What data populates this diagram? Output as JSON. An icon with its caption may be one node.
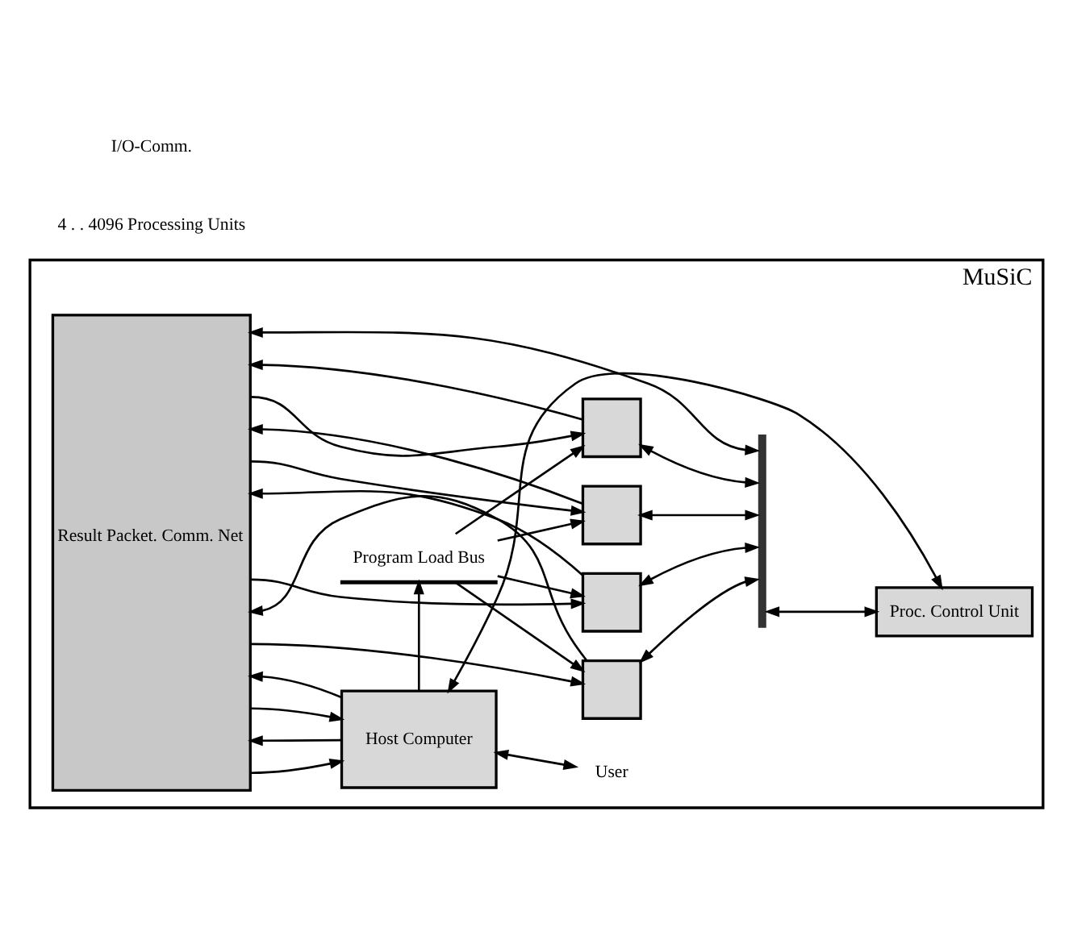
{
  "diagram": {
    "nodes": [
      {
        "text": [
          "MuSiC"
        ]
      },
      {
        "text": [
          "Result Packet. Comm. Net"
        ],
        "in": 0
      },
      {
        "text": [],
        "shape": "box",
        "in": 0
      },
      {
        "text": [],
        "shape": "box",
        "in": 0
      },
      {
        "text": [],
        "shape": "box",
        "in": 0
      },
      {
        "text": [],
        "shape": "box",
        "in": 0
      },
      {
        "text": [],
        "shape": "bar",
        "in": 0
      },
      {
        "text": [
          "Proc. Control Unit"
        ],
        "in": 0
      },
      {
        "text": [
          "Program Load Bus"
        ],
        "in": 0
      },
      {
        "text": [
          "Host Computer"
        ],
        "in": 0
      },
      {
        "text": [
          "User"
        ],
        "in": 0
      }
    ],
    "edges": [
      {
        "from": 1,
        "to": 6,
        "arrow": "both"
      },
      {
        "from": 2,
        "to": 1,
        "arrow": "to"
      },
      {
        "from": 1,
        "to": 2,
        "arrow": "to"
      },
      {
        "from": 2,
        "to": 6,
        "arrow": "both"
      },
      {
        "from": 3,
        "to": 1,
        "arrow": "to"
      },
      {
        "from": 1,
        "to": 3,
        "arrow": "to"
      },
      {
        "from": 3,
        "to": 6,
        "arrow": "both"
      },
      {
        "from": 4,
        "to": 1,
        "arrow": "to"
      },
      {
        "from": 1,
        "to": 4,
        "arrow": "to"
      },
      {
        "from": 4,
        "to": 6,
        "arrow": "both"
      },
      {
        "from": 5,
        "to": 1,
        "arrow": "to"
      },
      {
        "from": 1,
        "to": 5,
        "arrow": "to"
      },
      {
        "from": 5,
        "to": 6,
        "arrow": "both"
      },
      {
        "from": 6,
        "to": 7,
        "arrow": "both"
      },
      {
        "from": 8,
        "to": 2,
        "arrow": "to"
      },
      {
        "from": 8,
        "to": 3,
        "arrow": "to"
      },
      {
        "from": 8,
        "to": 4,
        "arrow": "to"
      },
      {
        "from": 8,
        "to": 5,
        "arrow": "to"
      },
      {
        "from": 9,
        "to": 8,
        "arrow": "to"
      },
      {
        "from": 7,
        "to": 9,
        "arrow": "both"
      },
      {
        "from": 9,
        "to": 1,
        "arrow": "to"
      },
      {
        "from": 1,
        "to": 9,
        "arrow": "to"
      },
      {
        "from": 9,
        "to": 1,
        "arrow": "to"
      },
      {
        "from": 1,
        "to": 9,
        "arrow": "to"
      },
      {
        "from": 9,
        "to": 10,
        "arrow": "both"
      }
    ],
    "labels": [
      "4 . . 4096 Processing Units",
      "I/O-Comm."
    ]
  }
}
